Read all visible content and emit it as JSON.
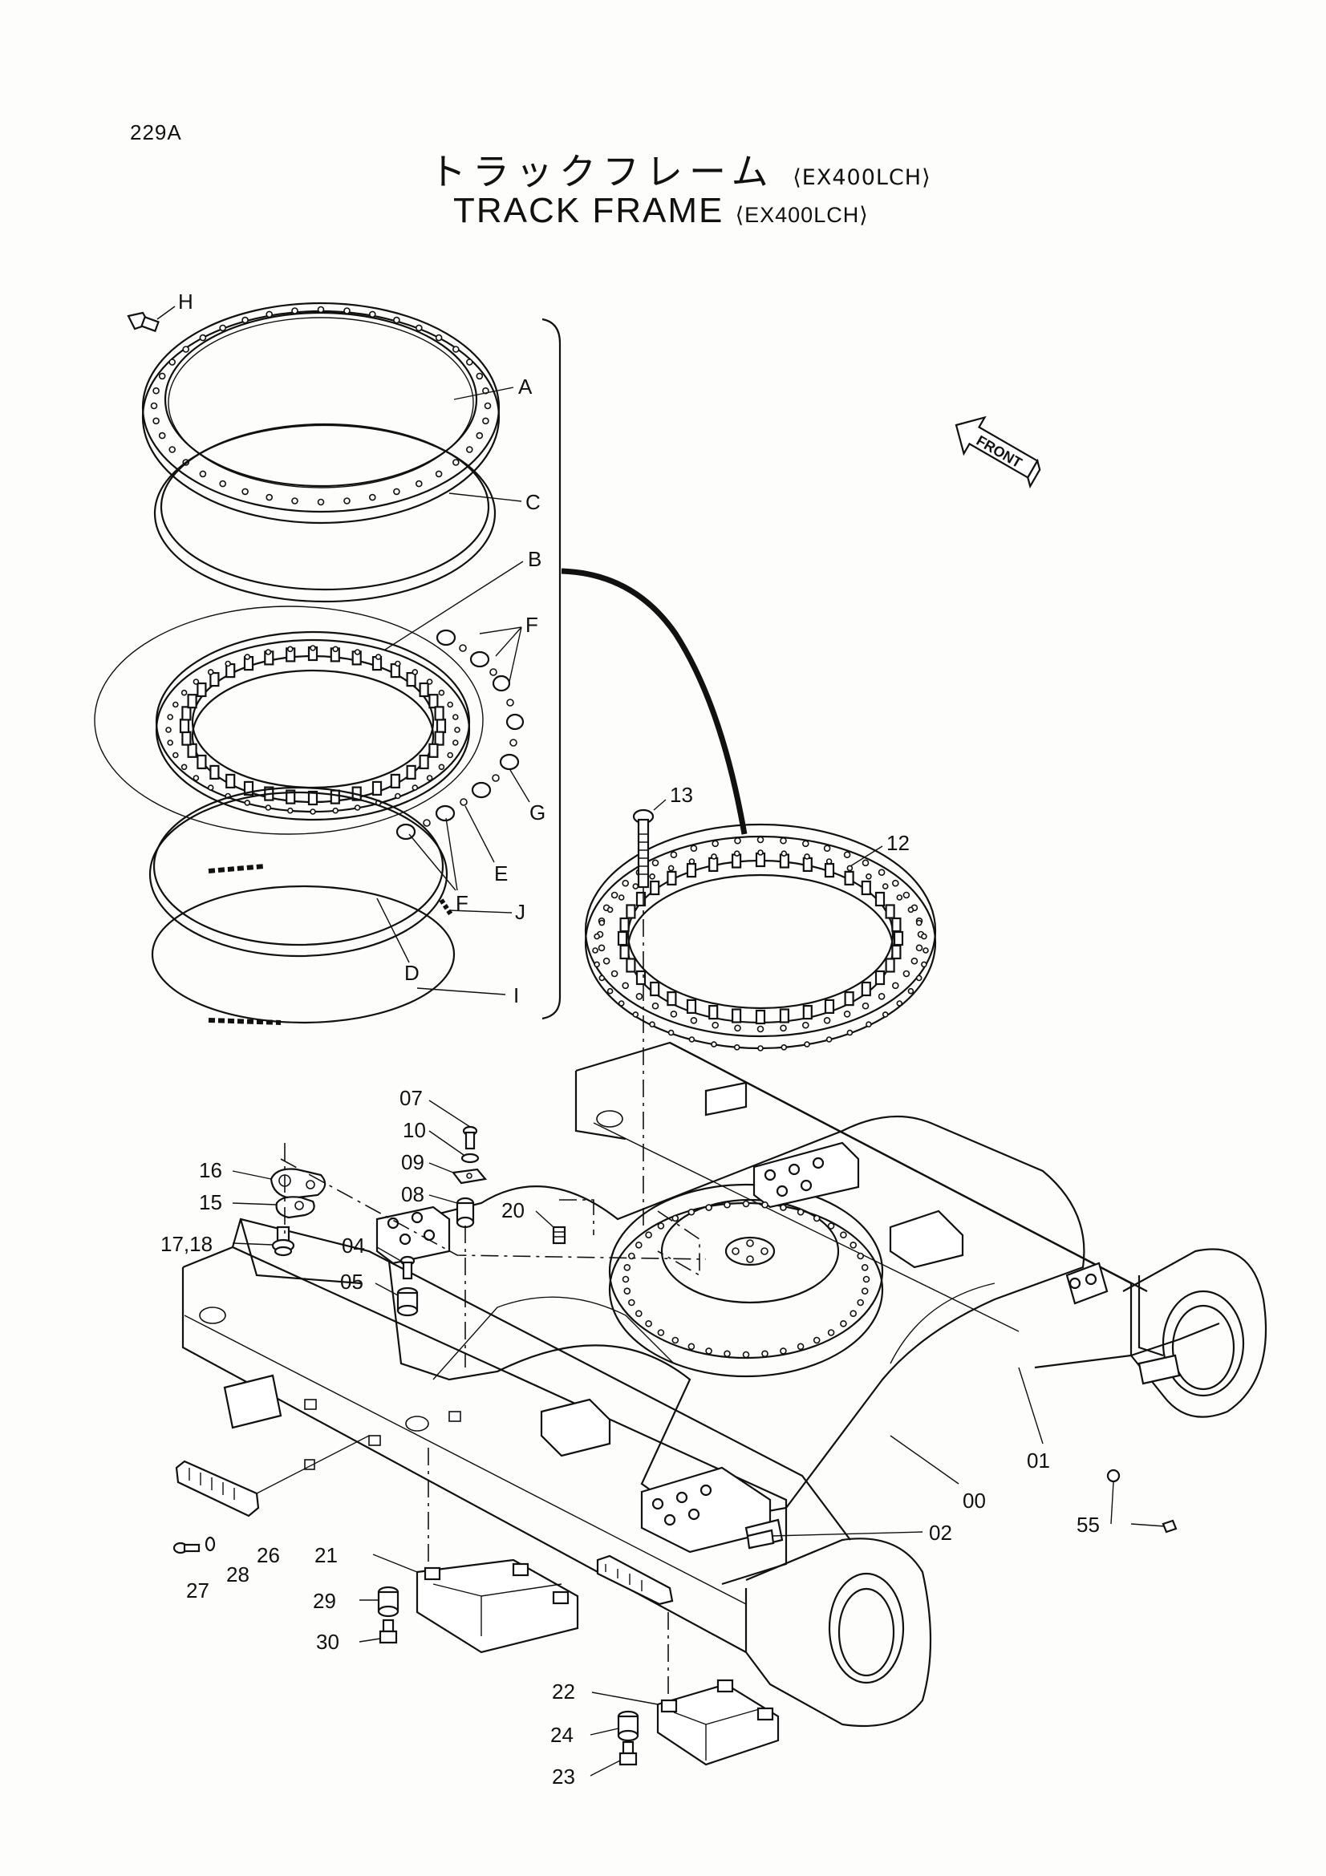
{
  "page": {
    "code": "229A",
    "title_jp": "トラックフレーム",
    "title_en": "TRACK FRAME",
    "model_tag": "⟨EX400LCH⟩"
  },
  "front_arrow": {
    "label": "FRONT"
  },
  "kit_letters": {
    "A": "A",
    "B": "B",
    "C": "C",
    "D": "D",
    "E": "E",
    "F1": "F",
    "F2": "F",
    "G": "G",
    "H": "H",
    "I": "I",
    "J": "J"
  },
  "part_numbers": {
    "p00": "00",
    "p01": "01",
    "p02": "02",
    "p04": "04",
    "p05": "05",
    "p07": "07",
    "p08": "08",
    "p09": "09",
    "p10": "10",
    "p12": "12",
    "p13": "13",
    "p15": "15",
    "p16": "16",
    "p17_18": "17,18",
    "p20": "20",
    "p21": "21",
    "p22": "22",
    "p23": "23",
    "p24": "24",
    "p26": "26",
    "p27": "27",
    "p28": "28",
    "p29": "29",
    "p30": "30",
    "p55": "55"
  }
}
